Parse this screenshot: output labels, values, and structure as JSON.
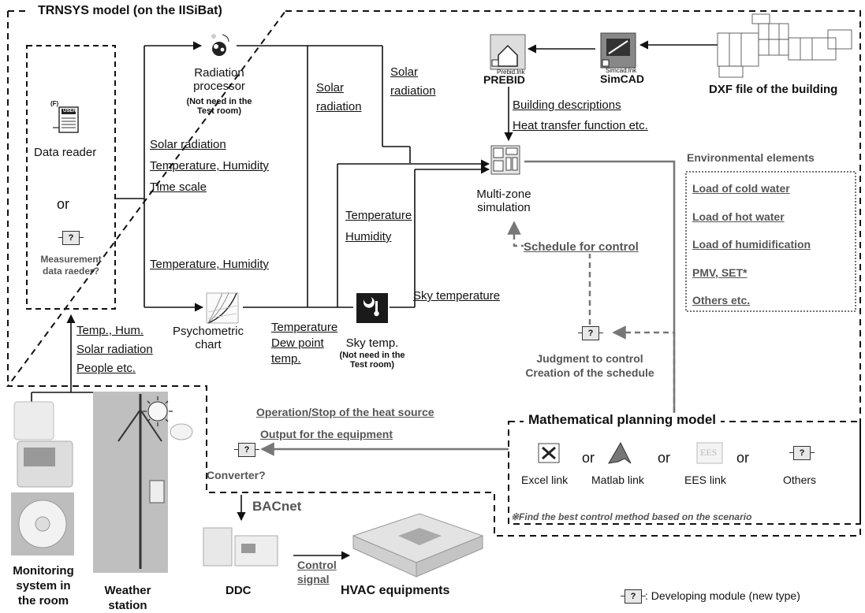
{
  "title": "TRNSYS model (on the IISiBat)",
  "data_reader": {
    "label": "Data reader",
    "or": "or",
    "measurement": "Measurement\ndata raeder?",
    "icon_text": "USER",
    "icon_tag": "(F)"
  },
  "radiation_processor": {
    "title": "Radiation\nprocessor",
    "note": "(Not need in the\nTest room)"
  },
  "dr_outputs": [
    "Solar radiation",
    "Temperature, Humidity",
    "Time scale"
  ],
  "temp_humidity_left": "Temperature, Humidity",
  "solar_radiation_a": "Solar\nradiation",
  "solar_radiation_b": "Solar\nradiation",
  "temp_mid": [
    "Temperature",
    "Humidity"
  ],
  "psychometric": {
    "label": "Psychometric\nchart",
    "outputs": [
      "Temperature",
      "Dew point",
      "temp."
    ]
  },
  "sky_temp": {
    "label": "Sky temp.",
    "note": "(Not need in the\nTest room)",
    "output": "Sky temperature"
  },
  "building": {
    "prebid": "PREBID",
    "simcad": "SimCAD",
    "prebid_small": "Prebid.lnk",
    "simcad_small": "Simcad.lnk",
    "dxf": "DXF file of the building",
    "descriptions": [
      "Building descriptions",
      "Heat transfer function etc."
    ]
  },
  "multizone": "Multi-zone\nsimulation",
  "schedule": "Schedule for control",
  "judgment": "Judgment to control\nCreation of the schedule",
  "environmental": {
    "title": "Environmental elements",
    "items": [
      "Load of cold water",
      "Load of hot water",
      "Load of humidification",
      "PMV, SET*",
      "Others etc."
    ]
  },
  "monitoring_inputs": [
    "Temp., Hum.",
    "Solar radiation",
    "People etc."
  ],
  "equipment_outputs": [
    "Operation/Stop of the heat source",
    "Output for the equipment"
  ],
  "converter": "Converter?",
  "planning": {
    "title": "Mathematical planning model",
    "or": "or",
    "tools": [
      "Excel link",
      "Matlab link",
      "EES link",
      "Others"
    ],
    "note": "※Find the best control method based on the scenario",
    "ees_icon": "EES"
  },
  "bacnet": "BACnet",
  "monitoring": "Monitoring\nsystem in\nthe room",
  "weather": "Weather\nstation",
  "ddc": "DDC",
  "control_signal": "Control\nsignal",
  "hvac": "HVAC equipments",
  "legend": ": Developing module (new type)",
  "qmark": "?",
  "colors": {
    "line": "#111111",
    "dashed": "#777777",
    "gray_text": "#555555"
  }
}
